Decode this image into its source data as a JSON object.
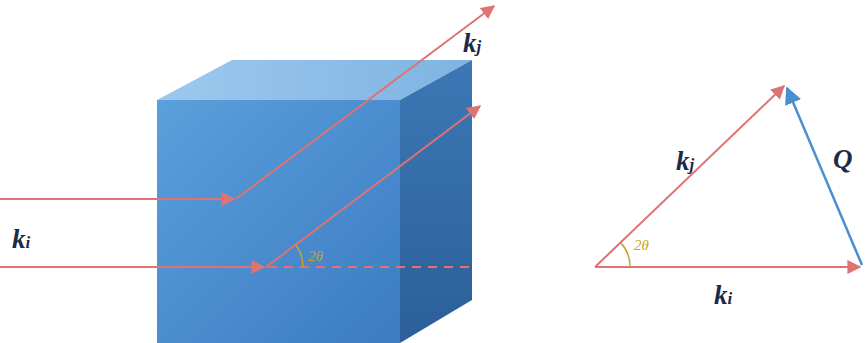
{
  "diagram": {
    "labels": [
      "kj",
      "ki",
      "2θ",
      "kj",
      "Q",
      "2θ",
      "ki"
    ]
  }
}
